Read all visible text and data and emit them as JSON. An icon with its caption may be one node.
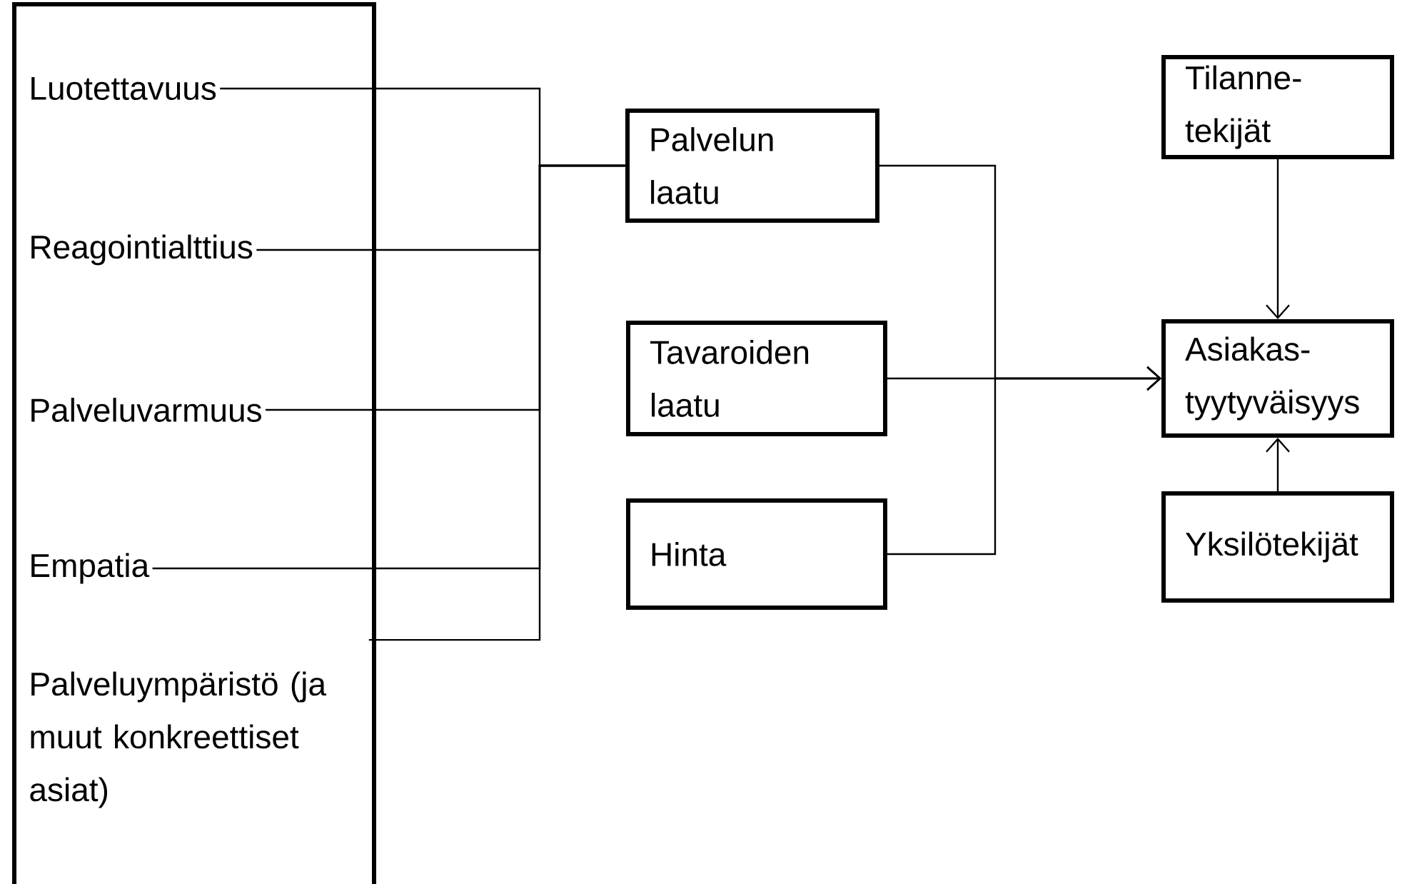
{
  "diagram": {
    "nodes": [
      {
        "text": [],
        "shape": "box"
      },
      {
        "text": [
          "Luotettavuus"
        ],
        "in": 0
      },
      {
        "text": [
          "Reagointialttius"
        ],
        "in": 0
      },
      {
        "text": [
          "Palveluvarmuus"
        ],
        "in": 0
      },
      {
        "text": [
          "Empatia"
        ],
        "in": 0
      },
      {
        "text": [
          "Palveluympäristö (ja muut konkreettiset asiat)"
        ],
        "in": 0
      },
      {
        "text": [
          "Palvelun laatu"
        ]
      },
      {
        "text": [
          "Tavaroiden laatu"
        ]
      },
      {
        "text": [
          "Hinta"
        ]
      },
      {
        "text": [
          "Tilanne- tekijät"
        ]
      },
      {
        "text": [
          "Asiakas- tyytyväisyys"
        ]
      },
      {
        "text": [
          "Yksilötekijät"
        ]
      }
    ],
    "edges": [
      {
        "from": 1,
        "to": 6,
        "arrow": "none"
      },
      {
        "from": 2,
        "to": 6,
        "arrow": "none"
      },
      {
        "from": 3,
        "to": 6,
        "arrow": "none"
      },
      {
        "from": 4,
        "to": 6,
        "arrow": "none"
      },
      {
        "from": 5,
        "to": 6,
        "arrow": "none"
      },
      {
        "from": 6,
        "to": 10,
        "arrow": "to"
      },
      {
        "from": 7,
        "to": 10,
        "arrow": "to"
      },
      {
        "from": 8,
        "to": 10,
        "arrow": "to"
      },
      {
        "from": 9,
        "to": 10,
        "arrow": "to"
      },
      {
        "from": 11,
        "to": 10,
        "arrow": "to"
      }
    ]
  }
}
